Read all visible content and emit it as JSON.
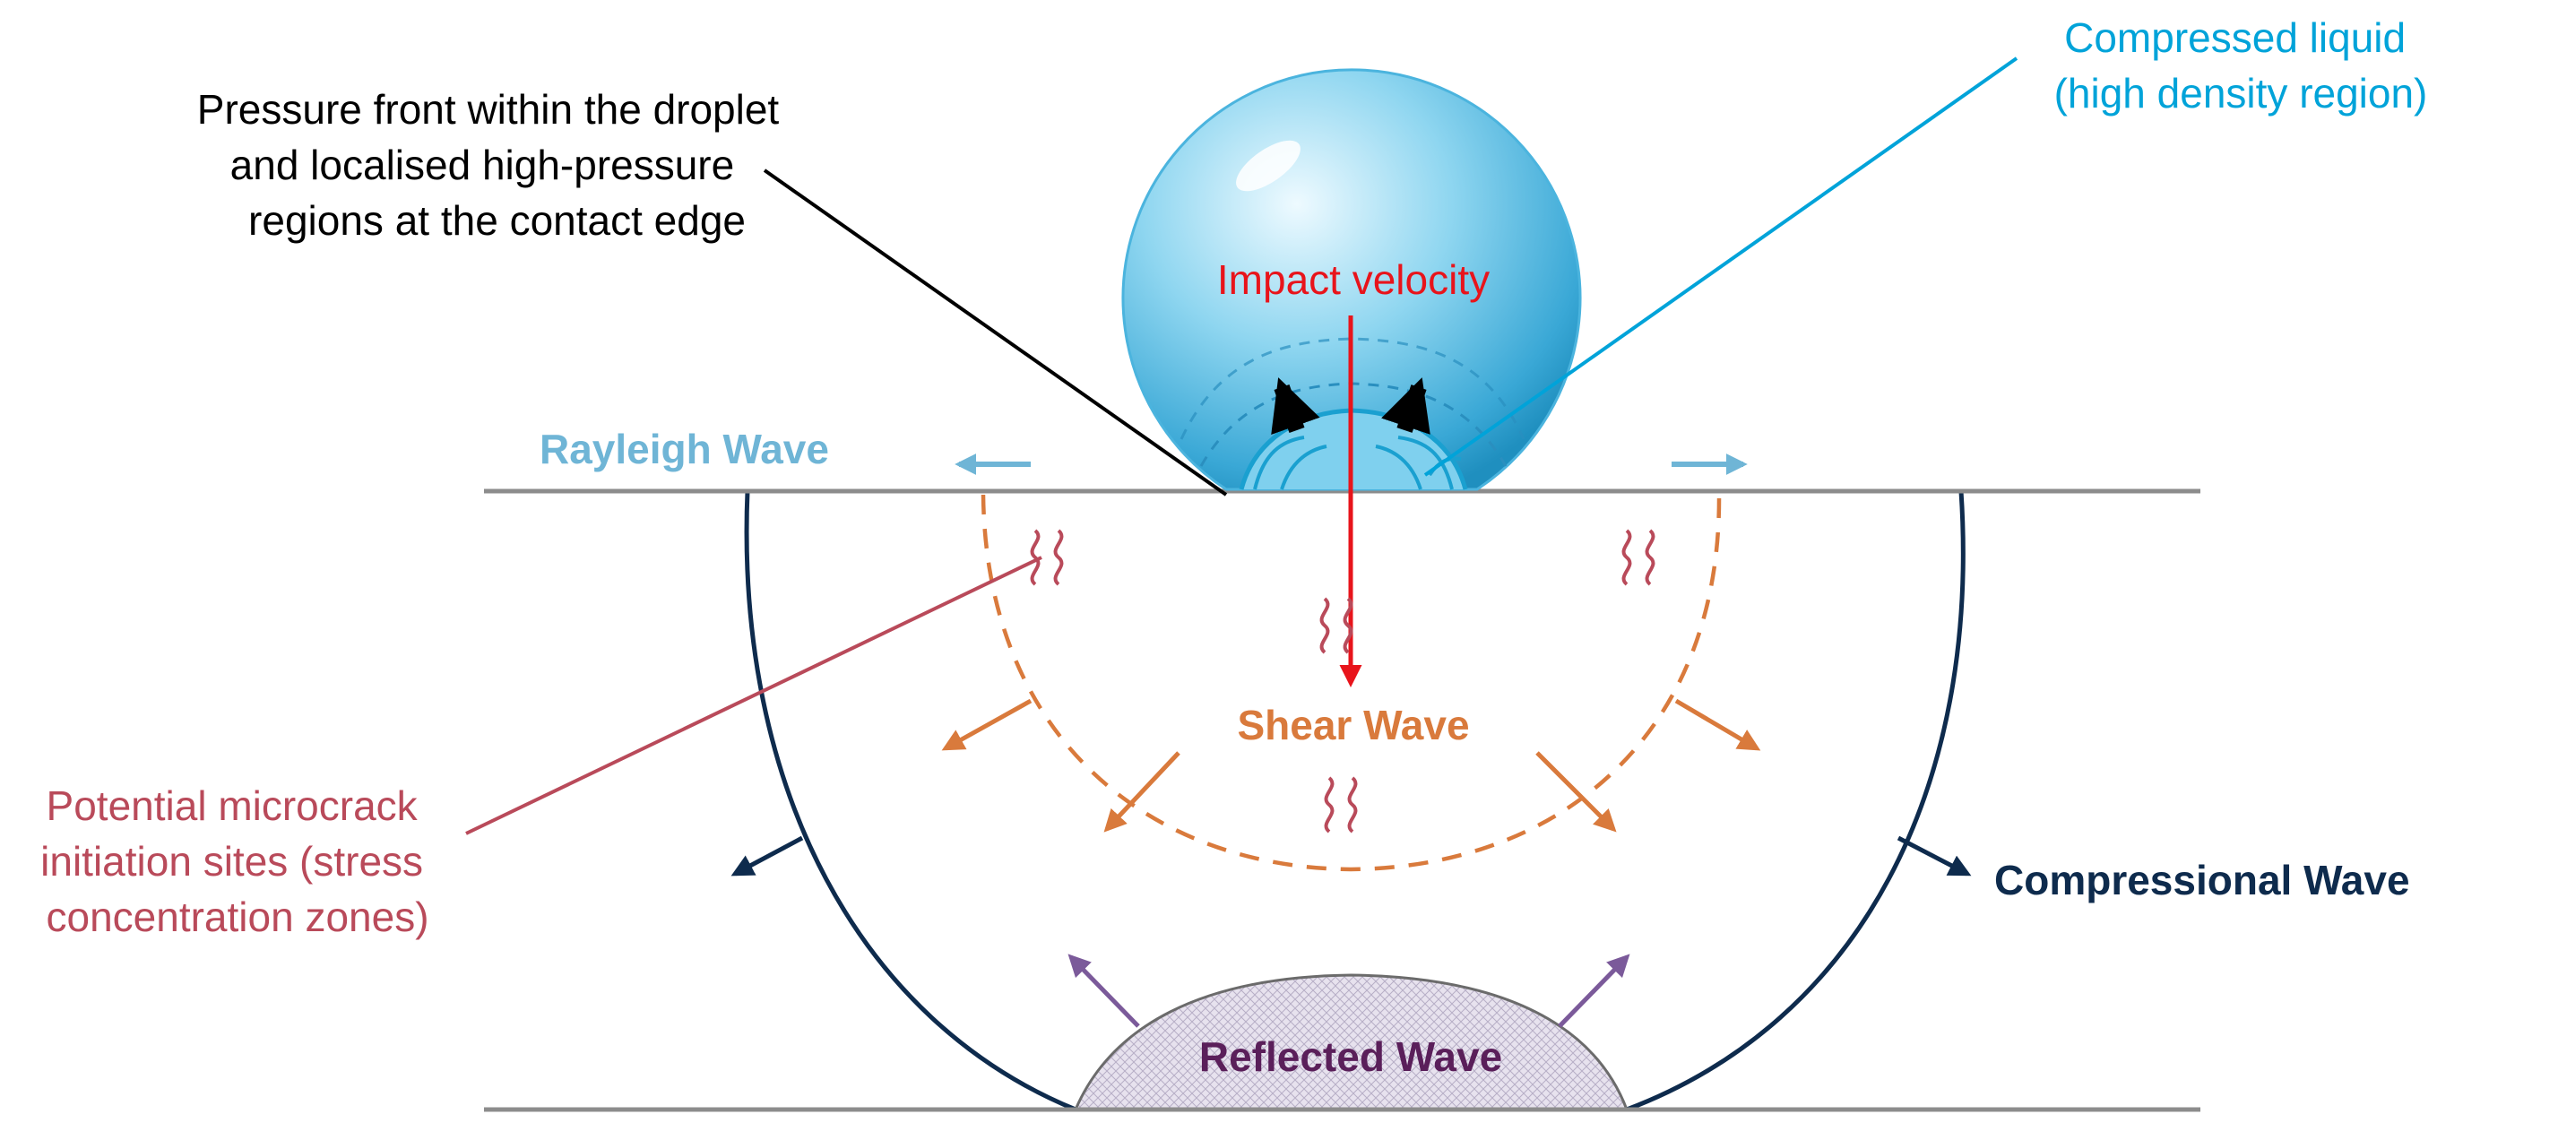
{
  "labels": {
    "pressure_front": [
      "Pressure front within the droplet",
      "and localised high-pressure",
      "regions at the contact edge"
    ],
    "compressed_liquid": [
      "Compressed liquid",
      "(high density region)"
    ],
    "impact_velocity": "Impact velocity",
    "rayleigh_wave": "Rayleigh Wave",
    "shear_wave": "Shear Wave",
    "compressional_wave": "Compressional Wave",
    "reflected_wave": "Reflected Wave",
    "microcrack": [
      "Potential microcrack",
      "initiation sites (stress",
      "concentration zones)"
    ]
  },
  "colors": {
    "droplet_light": "#d8f1fb",
    "droplet_mid": "#6cc6e8",
    "droplet_dark": "#1f8fbf",
    "compressed_liquid": "#00a3d9",
    "impact_velocity": "#e8141b",
    "rayleigh_wave": "#6fb5d6",
    "shear_wave": "#d97a3c",
    "compressional_wave": "#0e2b4d",
    "reflected_wave": "#5a1f5a",
    "reflected_arrow": "#7b5a9a",
    "microcrack": "#b94a5a",
    "surface_line": "#8c8c8c",
    "leader_black": "#000000"
  },
  "icons": {
    "microcrack_glyph": "wavy-crack-icon",
    "arrow": "arrow-icon"
  }
}
